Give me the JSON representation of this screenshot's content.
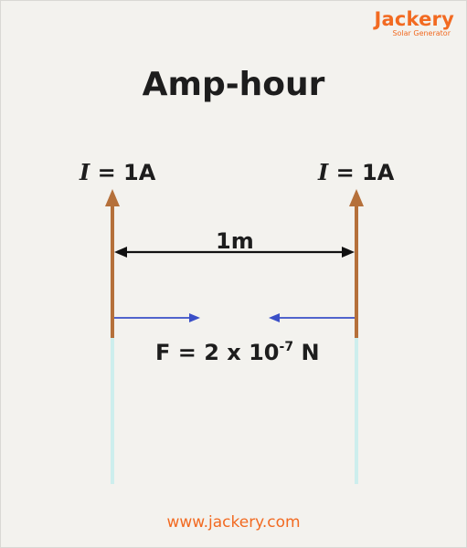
{
  "brand": {
    "name": "Jackery",
    "tagline": "Solar Generator",
    "color": "#f26a21"
  },
  "title": "Amp-hour",
  "diagram": {
    "left_current": {
      "symbol": "I",
      "value": "= 1A"
    },
    "right_current": {
      "symbol": "I",
      "value": "= 1A"
    },
    "distance": "1m",
    "force": {
      "prefix": "F = 2 x 10",
      "exponent": "-7",
      "unit": "N"
    },
    "wire_color": "#b5703a",
    "wire_lower_color": "#cdeeed",
    "force_arrow_color": "#3a4fc7"
  },
  "footer": {
    "url": "www.jackery.com"
  }
}
